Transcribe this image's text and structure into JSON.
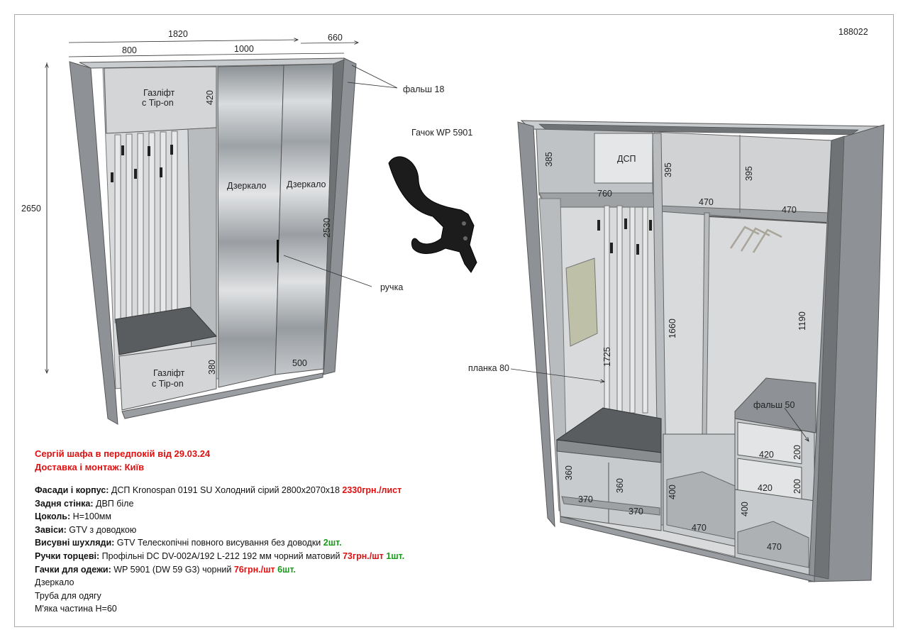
{
  "order_id": "188022",
  "left_view": {
    "dims": {
      "width_total": "1820",
      "left_section": "800",
      "right_section": "1000",
      "depth": "660",
      "height": "2650",
      "top_box": "420",
      "bottom_box": "380",
      "door_height": "2530",
      "door_width": "500",
      "falsh": "фальш 18"
    },
    "labels": {
      "gaslift_top_1": "Газліфт",
      "gaslift_top_2": "с Tip-on",
      "gaslift_bot_1": "Газліфт",
      "gaslift_bot_2": "с Tip-on",
      "mirror_left": "Дзеркало",
      "mirror_right": "Дзеркало",
      "handle": "ручка"
    }
  },
  "hook": {
    "title": "Гачок WP 5901"
  },
  "right_view": {
    "dims": {
      "d385": "385",
      "d395a": "395",
      "d395b": "395",
      "d760": "760",
      "d470a": "470",
      "d470b": "470",
      "d1660": "1660",
      "d1190": "1190",
      "d1725": "1725",
      "d420a": "420",
      "d420b": "420",
      "d200a": "200",
      "d200b": "200",
      "d360a": "360",
      "d360b": "360",
      "d370a": "370",
      "d370b": "370",
      "d400a": "400",
      "d400b": "400",
      "d470c": "470",
      "d470d": "470"
    },
    "labels": {
      "dsp": "ДСП",
      "planka": "планка 80",
      "falsh50": "фальш 50"
    }
  },
  "spec": {
    "title_line1": "Сергій шафа в передпокій від 29.03.24",
    "title_line2": "Доставка і монтаж: Київ",
    "rows": [
      {
        "label": "Фасади і корпус:",
        "text": " ДСП Kronospan 0191 SU Холодний сірий 2800x2070x18  ",
        "price": "2330грн./лист",
        "qty": ""
      },
      {
        "label": "Задня стінка:",
        "text": "  ДВП біле",
        "price": "",
        "qty": ""
      },
      {
        "label": "Цоколь:",
        "text": " H=100мм",
        "price": "",
        "qty": ""
      },
      {
        "label": "Завіси:",
        "text": " GTV з доводкою",
        "price": "",
        "qty": ""
      },
      {
        "label": "Висувні шухляди:",
        "text": " GTV Телескопічні повного висування без доводки ",
        "price": "",
        "qty": "2шт."
      },
      {
        "label": "Ручки торцеві:",
        "text": " Профільні DC DV-002A/192 L-212 192 мм чорний матовий ",
        "price": "73грн./шт",
        "qty": " 1шт."
      },
      {
        "label": "Гачки для одежи:",
        "text": " WP 5901 (DW 59 G3) чорний ",
        "price": "76грн./шт",
        "qty": " 6шт."
      },
      {
        "label": "",
        "text": "Дзеркало",
        "price": "",
        "qty": ""
      },
      {
        "label": "",
        "text": "Труба для одягу",
        "price": "",
        "qty": ""
      },
      {
        "label": "",
        "text": "М'яка частина H=60",
        "price": "",
        "qty": ""
      }
    ]
  },
  "colors": {
    "panel": "#8e9296",
    "panel_light": "#c9ccce",
    "panel_dark": "#5f6366",
    "inner": "#b9bcbf",
    "back": "#d8dadb",
    "seat": "#5a5d60",
    "mirror": "#a9adb0",
    "red": "#e01010",
    "green": "#1a9a1a"
  }
}
